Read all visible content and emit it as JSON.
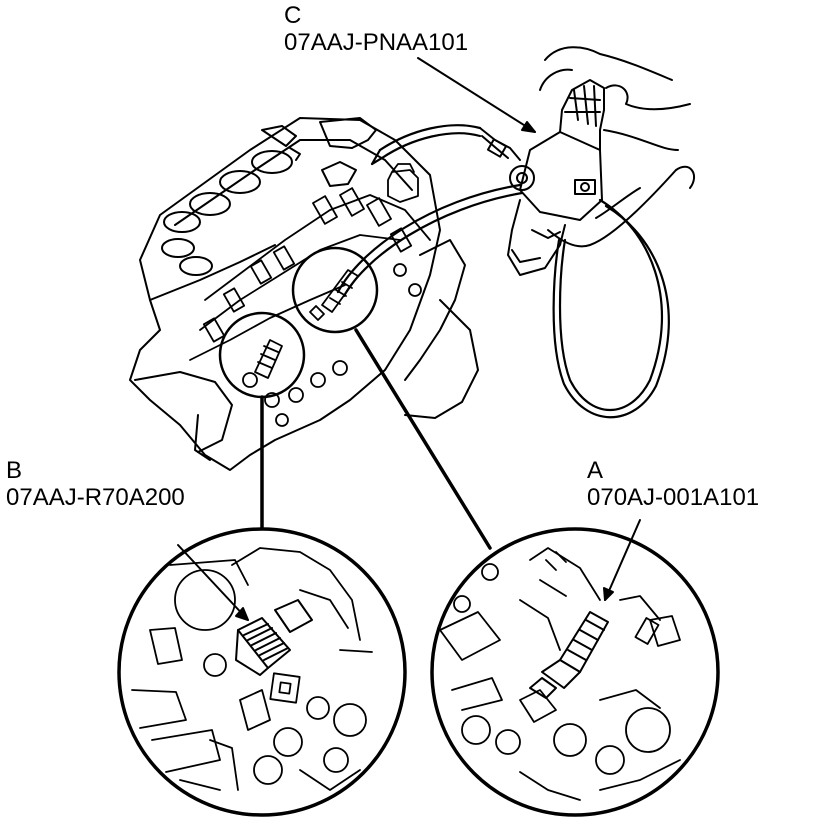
{
  "callouts": {
    "c": {
      "letter": "C",
      "part_number": "07AAJ-PNAA101"
    },
    "b": {
      "letter": "B",
      "part_number": "07AAJ-R70A200"
    },
    "a": {
      "letter": "A",
      "part_number": "070AJ-001A101"
    }
  }
}
